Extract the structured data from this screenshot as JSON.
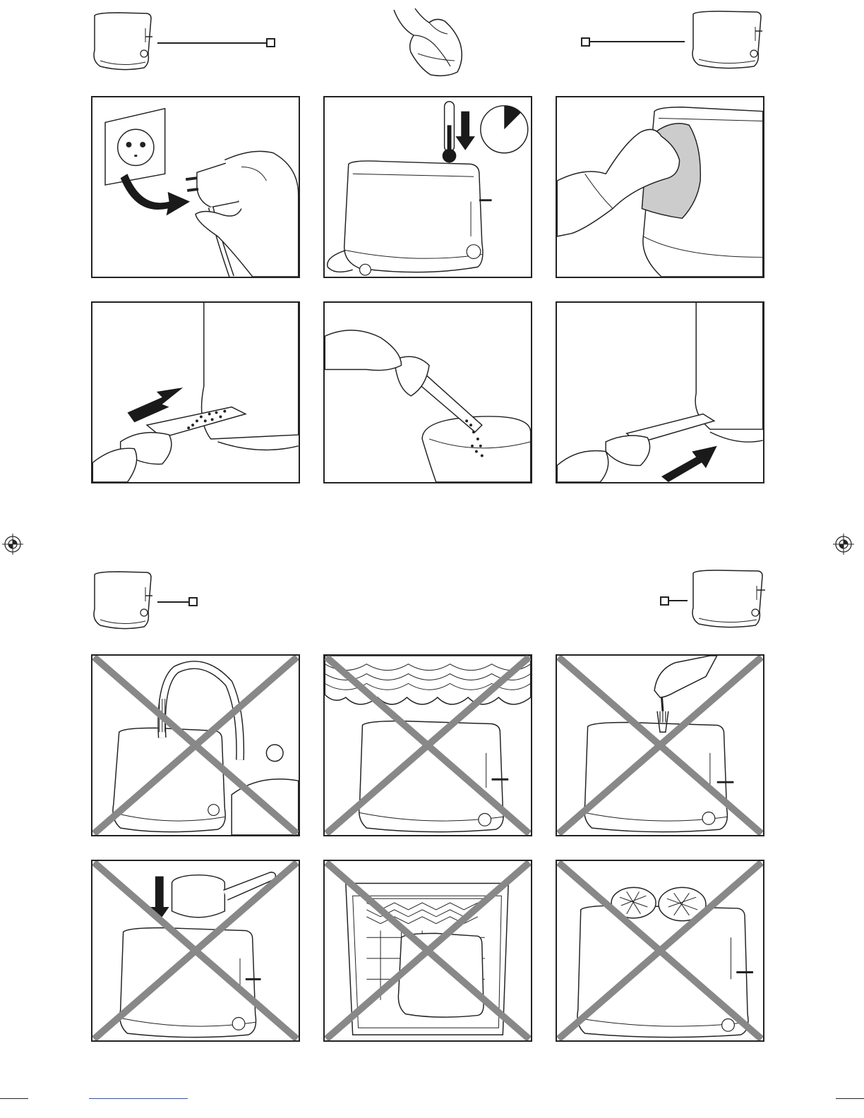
{
  "colors": {
    "line": "#222222",
    "cross": "#888888",
    "fill_dark": "#1a1a1a",
    "fill_gray": "#cccccc",
    "bottom_rule_left": "#222222",
    "bottom_rule_mid": "#2a4fd8"
  },
  "icons": [
    "two-slice-toaster-icon",
    "cleaning-cloth-icon",
    "long-slot-toaster-icon",
    "registration-mark-icon"
  ],
  "sections": [
    {
      "name": "cleaning-steps",
      "panels": [
        "unplug-toaster",
        "let-toaster-cool",
        "wipe-with-cloth",
        "remove-crumb-tray",
        "empty-crumb-tray",
        "reinsert-crumb-tray"
      ]
    },
    {
      "name": "prohibited-actions",
      "panels": [
        "no-water",
        "no-near-curtains",
        "no-metal-utensils",
        "no-objects-on-top",
        "no-dishwasher",
        "no-rolls-on-slots"
      ]
    }
  ]
}
